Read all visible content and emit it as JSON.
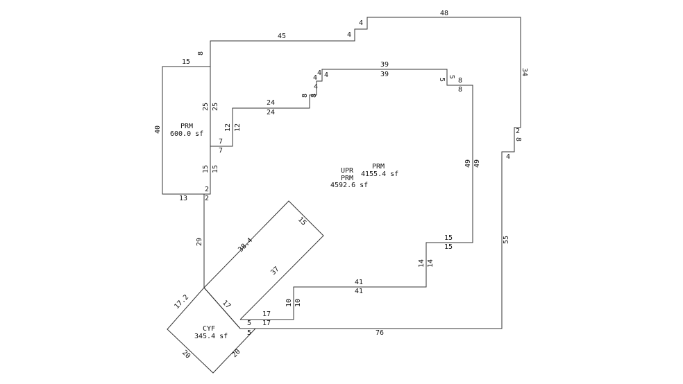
{
  "dimensions": {
    "outer_top_48": "48",
    "outer_top_4a": "4",
    "outer_top_4b": "4",
    "outer_top_45": "45",
    "outer_8_left": "8",
    "left_15_top": "15",
    "left_40": "40",
    "left_13": "13",
    "left_2_top": "2",
    "left_2_bottom": "2",
    "wall_25_outer": "25",
    "wall_15_outer": "15",
    "wall_29": "29",
    "right_34": "34",
    "right_2": "2",
    "right_8": "8",
    "right_4": "4",
    "right_55": "55",
    "bottom_76": "76",
    "inner_25": "25",
    "inner_7a": "7",
    "inner_7b": "7",
    "inner_12a": "12",
    "inner_12b": "12",
    "inner_15": "15",
    "inner_24a": "24",
    "inner_24b": "24",
    "inner_8a": "8",
    "inner_8b": "8",
    "inner_4a": "4",
    "inner_4b": "4",
    "inner_4c": "4",
    "inner_4d": "4",
    "inner_39a": "39",
    "inner_39b": "39",
    "inner_5a": "5",
    "inner_5b": "5",
    "inner_8c": "8",
    "inner_8d": "8",
    "inner_49a": "49",
    "inner_49b": "49",
    "inner_15b": "15",
    "inner_15c": "15",
    "inner_14a": "14",
    "inner_14b": "14",
    "inner_41a": "41",
    "inner_41b": "41",
    "inner_10a": "10",
    "inner_10b": "10",
    "inner_17a": "17",
    "inner_17b": "17",
    "inner_5c": "5",
    "inner_5d": "5",
    "diag_38_4": "38.4",
    "diag_37": "37",
    "diag_15": "15",
    "diag_17": "17",
    "cyf_17_2": "17.2",
    "cyf_20a": "20",
    "cyf_20b": "20"
  },
  "areas": {
    "prm_left_label": "PRM",
    "prm_left_value": "600.0 sf",
    "prm_inner_label": "PRM",
    "prm_inner_value": "4155.4 sf",
    "upr_line1": "UPR",
    "upr_line2": "PRM",
    "upr_value": "4592.6 sf",
    "cyf_label": "CYF",
    "cyf_value": "345.4 sf"
  }
}
